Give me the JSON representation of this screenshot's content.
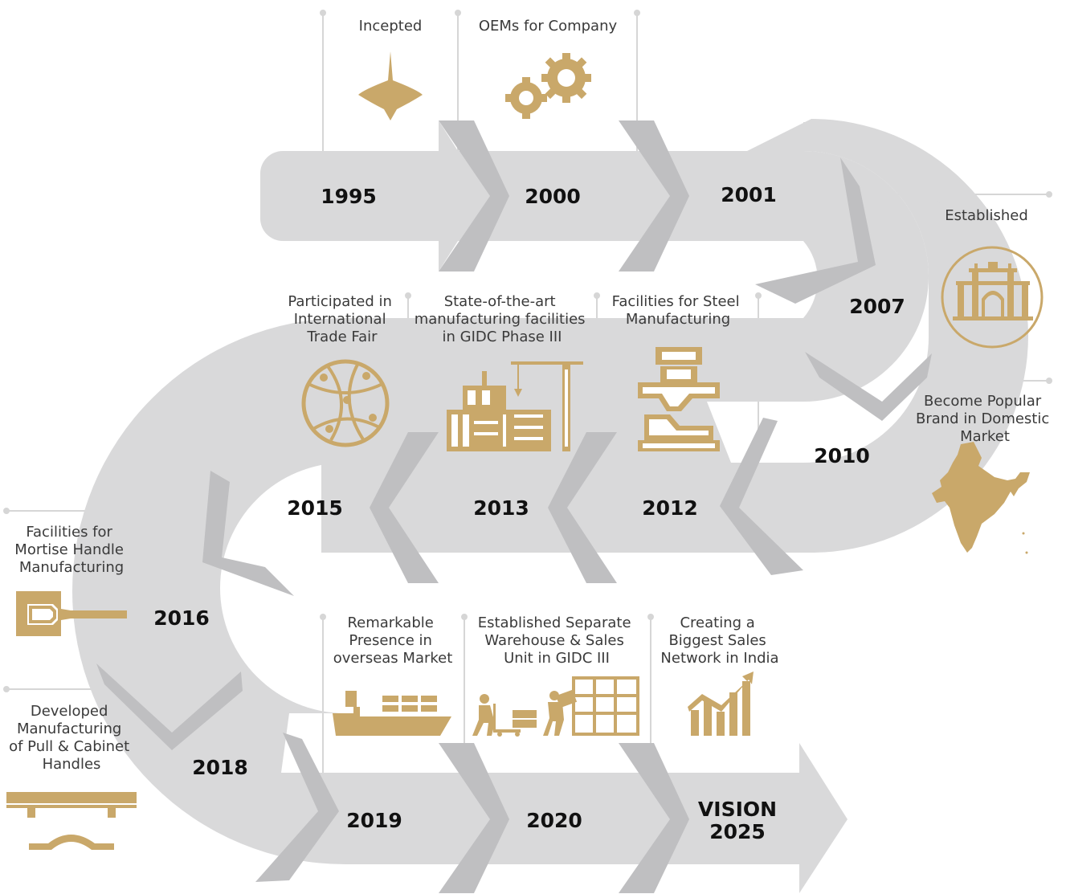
{
  "colors": {
    "ribbon": "#d9d9da",
    "ribbon_shade": "#bfbfc1",
    "accent": "#c9a86a",
    "text": "#111111",
    "caption": "#3a3a3a"
  },
  "years": [
    "1995",
    "2000",
    "2001",
    "2007",
    "2010",
    "2012",
    "2013",
    "2015",
    "2016",
    "2018",
    "2019",
    "2020",
    "VISION",
    "2025"
  ],
  "captions": {
    "incepted": [
      "Incepted"
    ],
    "oems": [
      "OEMs for Company"
    ],
    "established": [
      "Established"
    ],
    "popular": [
      "Become Popular",
      "Brand in Domestic",
      "Market"
    ],
    "steel": [
      "Facilities for Steel",
      "Manufacturing"
    ],
    "gidc": [
      "State-of-the-art",
      "manufacturing facilities",
      "in GIDC Phase III"
    ],
    "fair": [
      "Participated in",
      "International",
      "Trade Fair"
    ],
    "mortise": [
      "Facilities for",
      "Mortise Handle",
      "Manufacturing"
    ],
    "pull": [
      "Developed",
      "Manufacturing",
      "of Pull & Cabinet",
      "Handles"
    ],
    "overseas": [
      "Remarkable",
      "Presence in",
      "overseas Market"
    ],
    "warehouse": [
      "Established Separate",
      "Warehouse & Sales",
      "Unit in GIDC III"
    ],
    "network": [
      "Creating a",
      "Biggest Sales",
      "Network in India"
    ]
  },
  "icons": [
    "spinning-top-icon",
    "gears-icon",
    "gateway-monument-icon",
    "india-map-icon",
    "press-machine-icon",
    "construction-crane-icon",
    "globe-network-icon",
    "mortise-handle-icon",
    "pull-handle-icon",
    "cargo-ship-icon",
    "warehouse-workers-icon",
    "growth-chart-icon"
  ]
}
